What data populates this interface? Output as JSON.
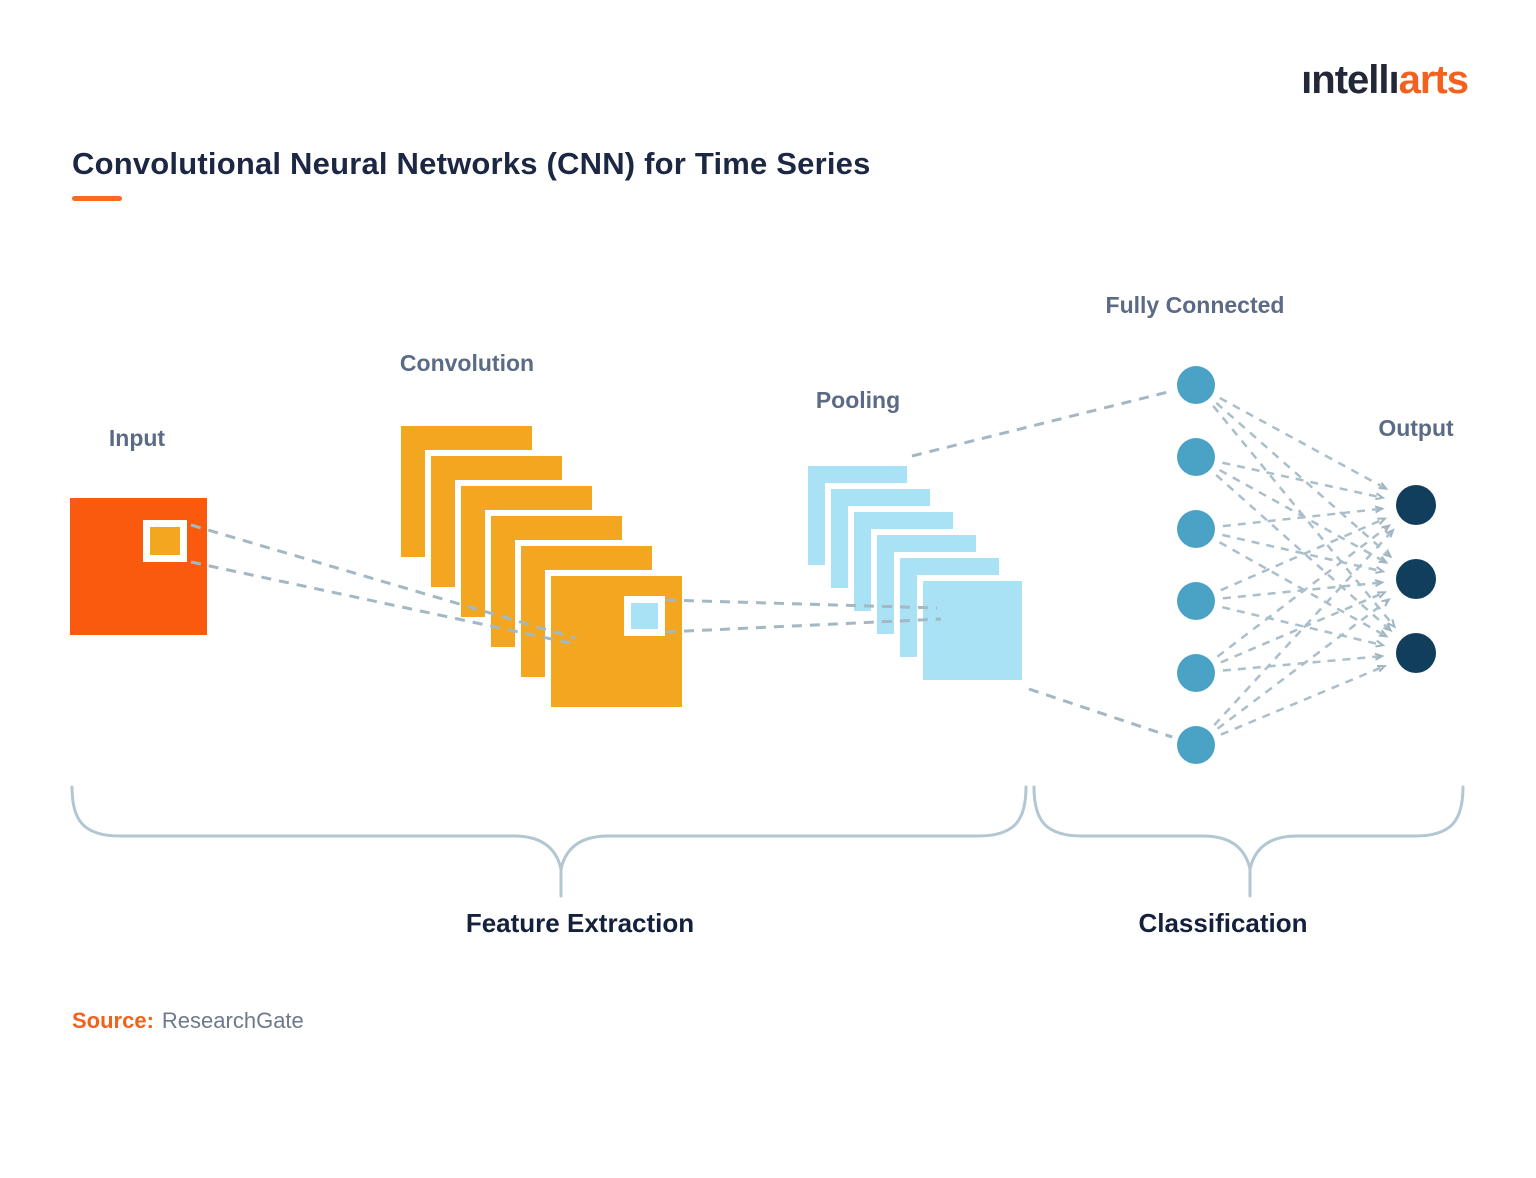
{
  "logo": {
    "part1": "ıntellı",
    "part2": "arts"
  },
  "title": {
    "text": "Convolutional Neural Networks (CNN) for Time Series"
  },
  "source": {
    "label": "Source:",
    "value": "ResearchGate"
  },
  "diagram": {
    "labels": {
      "input": "Input",
      "convolution": "Convolution",
      "pooling": "Pooling",
      "fully_connected": "Fully Connected",
      "output": "Output"
    },
    "groups": {
      "feature_extraction": "Feature Extraction",
      "classification": "Classification"
    },
    "layers": {
      "input": {
        "maps": 1,
        "kernel": true
      },
      "convolution": {
        "feature_maps": 6,
        "kernel": true
      },
      "pooling": {
        "feature_maps": 6
      },
      "fully_connected": {
        "neurons": 6
      },
      "output": {
        "neurons": 3
      }
    },
    "colors": {
      "accent_orange": "#fb6a1e",
      "input_square": "#fa5a0e",
      "feature_map_yellow": "#f3a61f",
      "feature_map_blue": "#a9e2f4",
      "neuron_teal": "#4aa2c5",
      "neuron_navy": "#123e5d",
      "connector_gray": "#a3b8c2",
      "connection_light_gray": "#aabfc9",
      "brace_gray": "#b2c7d1",
      "label_slate": "#5b6b85",
      "heading_navy": "#1c2743",
      "logo_navy": "#232838",
      "logo_orange": "#f4601e",
      "source_gray": "#6e7a8b"
    }
  }
}
